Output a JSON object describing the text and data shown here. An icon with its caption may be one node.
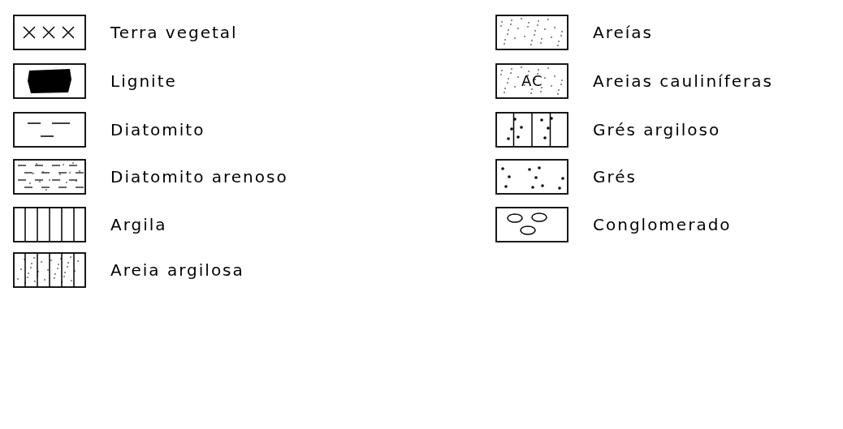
{
  "diagram": {
    "labels": [
      "AC"
    ],
    "legend": [
      {
        "text": "Terra vegetal"
      },
      {
        "text": "Lignite"
      },
      {
        "text": "Diatomito"
      },
      {
        "text": "Diatomito arenoso"
      },
      {
        "text": "Argila"
      },
      {
        "text": "Areia argilosa"
      },
      {
        "text": "Areías"
      },
      {
        "text": "Areias cauliníferas"
      },
      {
        "text": "Grés argiloso"
      },
      {
        "text": "Grés"
      },
      {
        "text": "Conglomerado"
      }
    ]
  }
}
